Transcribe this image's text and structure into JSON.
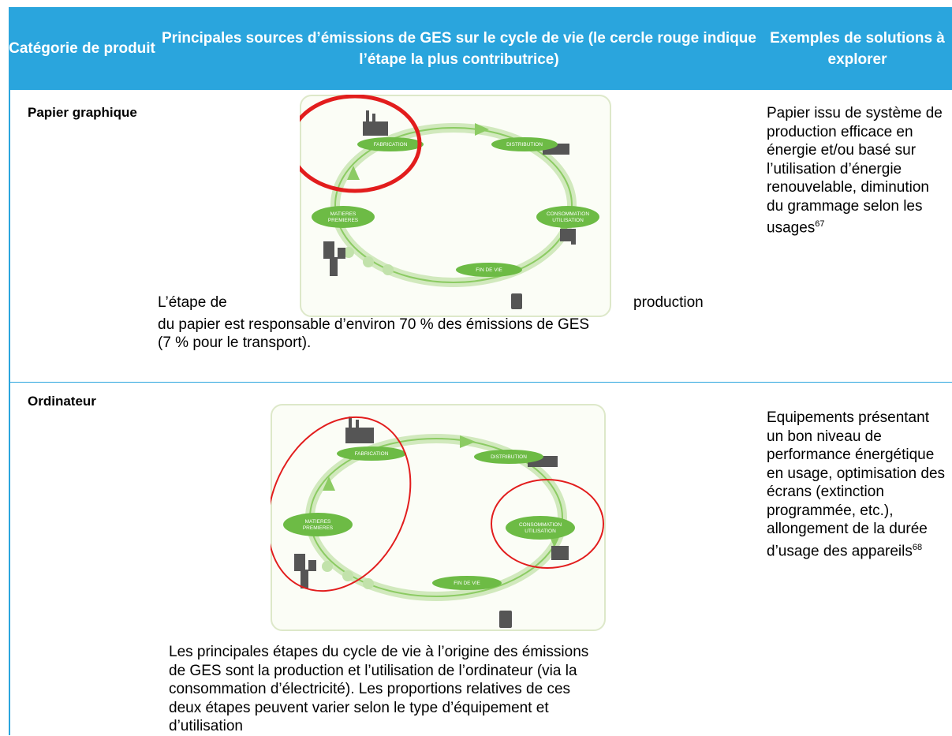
{
  "header": {
    "col1": "Catégorie de produit",
    "col2": "Principales sources d’émissions de GES sur le cycle de vie (le cercle rouge indique l’étape la plus contributrice)",
    "col3": "Exemples de solutions à explorer"
  },
  "rows": [
    {
      "category": "Papier graphique",
      "desc_a": "L’étape de",
      "desc_b": "production",
      "desc_c": "du papier est responsable d’environ 70 % des émissions de GES",
      "desc_d": "(7 % pour le transport).",
      "solution": "Papier issu de système de production efficace en énergie et/ou basé sur l’utilisation d’énergie renouvelable, diminution du grammage selon les usages",
      "footnote": "67"
    },
    {
      "category": "Ordinateur",
      "desc": "Les principales étapes du cycle de vie à l’origine des émissions de GES sont la production et l’utilisation de l’ordinateur (via la consommation d’électricité). Les proportions relatives de ces deux étapes peuvent varier selon le type d’équipement et d’utilisation",
      "solution": "Equipements présentant un bon niveau de performance énergétique en usage, optimisation des écrans (extinction programmée, etc.), allongement de la durée d’usage des appareils",
      "footnote": "68"
    }
  ],
  "diagram_labels": {
    "fabrication": "FABRICATION",
    "distribution": "DISTRIBUTION",
    "consommation_1": "CONSOMMATION",
    "consommation_2": "UTILISATION",
    "fin_de_vie": "FIN DE VIE",
    "matieres_1": "MATIERES",
    "matieres_2": "PREMIERES"
  },
  "colors": {
    "header_bg": "#2aa5dd",
    "highlight_circle": "#e21d1d",
    "stage_green": "#6dbb45"
  }
}
